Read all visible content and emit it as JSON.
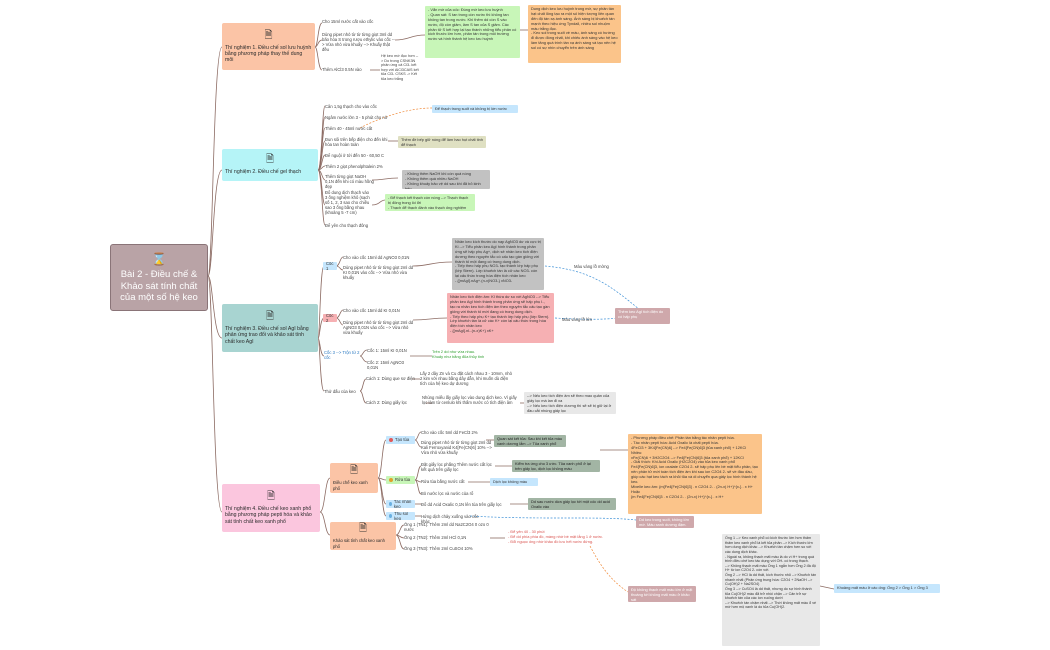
{
  "root": {
    "title": "Bài 2 - Điều chế & Khảo sát tính chất của một số hệ keo",
    "icon": "hourglass-icon"
  },
  "b1": {
    "title": "Thí nghiệm 1. Điều chế sol lưu huỳnh bằng phương pháp thay thế dung môi",
    "c1": "Cho 15ml nước cất vào cốc",
    "c2": "Dùng pipet nhỏ từ từ từng giọt 3ml dd bão hòa S trong rượu ethylic vào cốc --> Vừa nhỏ vừa khuấy --> Khuấy thật đều",
    "c3": "Thêm AlCl3 0.5N vào",
    "c3note": "Hệ keo mờ đục hơn --> Do trong CSNK3N phản ứng cả Cl3- kết hợp với AlCl3CAlS kết tủa Cl3- CSKS -> Kết tủa keo trắng",
    "green": "- Vẩn mờ của cốc: Đúng mờ keo lưu huỳnh\n- Quan sát: S tan trong cồn nước thì không tan không tan trong nước. Khi thêm dd cồn S vào nước, độ cồn giảm, làm S tan của S giảm. Các phân tử S kết hợp lại tạo thành những tiểu phân có kích thước lớn hơn, phân tán trong môi trường nước và hình thành hệ keo lưu huỳnh",
    "peach": "Dung dịch keo lưu huỳnh trong mờ, sự phân tán hạt chất lỏng tạo ra một số hiện tượng liên quan đến độ tán xạ ánh sáng. Ánh sáng bị khuếch tán mạnh theo hiệu ứng Tyndall, nhiều sol nhuộm màu trắng đục.\n- Keo sol trong suốt về màu, ánh sáng có hướng đi được đồng nhất, khi chiếu ánh sáng vào hệ keo làm tăng quá trình tán xạ ánh sáng và tạo nên hệ sol có sự nhìn chuyển trên ánh sáng"
  },
  "b2": {
    "title": "Thí nghiệm 2. Điều chế gel thạch",
    "s1": "Cân 1,5g thạch cho vào cốc",
    "s2": "Ngâm nước lớn 3 - 5 phút cho nở",
    "s3": "Thêm 40 - 45ml nước cất",
    "s3note": "Để thạch trong suốt và không bị lớn nước",
    "s4": "Đun sôi trên bếp điện cho đến khi hòa tan hoàn toàn",
    "s4note": "Thêm đề bếp giữ nóng để làm hao hụt chất tinh để thạch",
    "s5": "Để nguội ở tới đến 50 - 60,50 C",
    "s6": "Thêm 2 giọt phenolphtalein 2%",
    "s7": "Thêm từng giọt NaOH 0,1N đến khi có màu hồng đẹp",
    "s7note": "- Không thêm NaOH khi còn quá nóng\n- Không thêm quá nhiều NaOH\n- Không khuấy bảo vệ dd sau khi đã bỏ kinh bếp",
    "s8": "Đổ dung dịch thạch vào 3 ống nghiệm khô (sạch số 1, 2, 3 sao cho chiều sao 3 ống bằng nhau (khoảng 5 -7 cm)",
    "s8note": "- Để thạch kết thạch còn nóng --> Thạch thạch bị đông trong lòi lởi\n- Thạch để thạch đành vào thạch ống nghiệm",
    "s9": "Để yên cho thạch đông"
  },
  "b3": {
    "title": "Thí nghiệm 3. Điều chế sol AgI bằng phản ứng trao đổi và khảo sát tính chất keo AgI",
    "coc1": "Cốc 1",
    "coc1a": "Cho vào cốc 15ml dd AgNO3 0,01N",
    "coc1b": "Dùng pipet nhỏ từ từ từng giọt 2ml dd KI 0,01N vào cốc --> Vừa nhỏ vừa khuấy",
    "coc1note": "Nhân keo kích thước do nạp AgNO3 dư và cực trị Ki --> Tiểu phân keo AgI hình thành trong phân ứng sẽ hấp phụ Ag+, dịch sẻ nhân keo tích điện dương theo nguyên tắc có cấu tạo gần giống với thành tố một đang có trong dung dịch.\n- Tiếp theo hấp phụ NO3- tạo thành lớp hấp phụ (lớp Stern). Lớp khuếch tán là cử các NO3- còn lại cấu thức trong hóa điện tích nhân keo\n- {[mAgI].nAg+.(n-x)NO3-} xNO3-",
    "coc1res": "Màu vàng lồ mờng",
    "coc2": "Cốc 2",
    "coc2a": "Cho vào cốc 15ml dd KI 0,01N",
    "coc2b": "Dùng pipet nhỏ từ từ từng giọt 2ml dd AgNO3 0,01N vào cốc --> Vừa nhỏ vừa khuấy",
    "coc2note": "Nhân keo tích điện âm: KI thừa dư so với AgNO3 --> Tiểu phân keo AgI hình thành trong phản ứng sẽ hấp phụ I-, tạo ra nhân keo tích điện âm theo nguyên tắc cấu tạo gần giống với thành tố mới đang có trong dung dịch.\n- Tiếp theo hấp phụ K+ tạo thành lớp hấp phụ (lớp Stern). Lớp khuếch tán là cử các K+ còn lại cấu thức trong hóa điện tích nhân keo\n- {[mAgI].nI-.(n-x)K+} xK+",
    "coc2res": "Màu vàng lồ lớn",
    "coc3": "Cốc 3 --> Trộn từ 2 cốc",
    "coc3a": "Cốc 1: 15ml KI 0,01N",
    "coc3b": "Cốc 2: 15ml AgNO3 0,01N",
    "coc3note": "Trên 2 dd như vừa nhau.\nKhuấy như bằng đũa thủy tinh",
    "conclusion": "Thêm keo AgI tích điện do có hấp phụ",
    "thu": "Thử dấu của keo",
    "cach1": "Cách 1: Dùng que sơ điện",
    "cach1note": "Lấy 2 dây Zn và Cu đặt cách nhau 3 - 10mm, nhỏ 2 kim với nhau bằng dây dẫn, khi muốn dù điện tích của hệ keo dự dương",
    "cach2": "Cách 2: Dùng giấy lọc",
    "cach2a": "Nhúng miếu lấy giấy lọc vào dung dịch keo. Vì giấy lọc làm từ cenlulo khi thấm nước có tích điện âm",
    "cach2note": "--> Nếu keo tích điện âm sẽ theo mao quản của giấy lọc mà lan đi xa\n--> Nếu keo tích điện dương thì sẽ sẽ bị giữ lại ở đầu cắt nhúng giấy lọc"
  },
  "b4": {
    "title": "Thí nghiệm 4. Điều chế keo xanh phổ bằng phương pháp pepti hóa và khảo sát tính chất keo xanh phổ",
    "dieu": "Điều chế keo xanh phổ",
    "tao": "Tạo tủa",
    "tao1": "Cho vào cốc 5ml dd FeCl3 2%",
    "tao2": "Dùng pipet nhỏ từ từ từng giọt 2ml dd Kali Ferroxyanid K4[Fe(CN)6] 10% --> Vừa nhỏ vừa khuấy",
    "taonote": "Quan sát kết tủa: Sau khi kết tủa màu xanh dương lắm --> Tủa xanh phổ",
    "loc": "Rửa tủa",
    "loc1": "Đặt giấy lọc phẳng\nThêm nước cất lọc kết quả trên giấy lọc",
    "locnote": "Kiểm tra ứng cho 3 ước. Tủa xanh phổ ở lại trên giấy lọc, dịch lọc không màu",
    "loc2": "Rửa tủa bằng nước cất",
    "loc2note": "Dịch lọc không màu",
    "loc3": "Bỏ nước lọc và nước của rổ",
    "pep": "Tác nhân keo",
    "pep1": "Đổ dd Acid Oxalic 0,1N lên tủa trên giấy lọc",
    "pep1note": "Dd sau nước dừa giấy lọc tới một cốc dd acid Oxalic vào",
    "thu": "Thu sol keo",
    "thu1": "Hứng dịch chảy xuống vào cốc khác",
    "thunote": "Dd keo trong suốt, không lớn mờ. Màu xanh dương đậm.",
    "pephenomenon": "- Phương pháp điều chế: Phân tán bằng tác nhân pepti hóa.\n- Tác nhân pepti hóa: Acid Oxalic là chất pepti hóa.\n4FeCl3 + 3K4[Fe(CN)6] --> Fe4[Fe(CN)6]3 (tủa xanh phổ) + 12KCl\nNhiều:\nxFe(CN)6 + 3H2C2O4 --> Fe4[Fe(CN)6]3 (tủa xanh phổ) + 12KCl\n- Giải thích: Khi Acid Oxalic (H2C2O4) vào tủa keo xanh phổ Fe4[Fe(CN)6]3, ion oxalate C2O4 2- sẽ hấp phụ lên bề mặt tiểu phân, tạo nên phân tử mới toàn tích điện âm khi sau ion C2O4 2- sẽ về đầu dầu, giúp các hạt keo tách ra khỏi tủa và di chuyển qua giấy lọc hình thành hệ keo.\nMixelle keo âm: {m[Fe4[Fe(CN)6]3] . n C2O4 2- . (2n-x) H+}^{x-} . x H+\nHoặc\n{m Fe4[Fe(CN)6]3 . n C2O4 2- . (2n-x) H+}^{x-} . x H+",
    "khao": "Khảo sát tính chất keo xanh phổ",
    "ong1": "Ống 1 (TN1): Thêm 2ml dd Na2C2O4 0 ozo 0 nước",
    "ong2": "Ống 2 (TN2): Thêm 2ml HCl 0,1N",
    "ong3": "Ống 3 (TN3): Thêm 2ml CuSO4 10%",
    "ongnote": "- Để yên 40 - 30 phút\n- Để dd phía phía đồ, màng nhớ bề mặt lắng 1 ở nước.\n- Đổi nguọc ống nhờ khảo đồ lưu hết nước đứng.",
    "ongresult": "Độ không thạch mất màu lớn ở mặt thoáng tới không mất màu ở khảo sát",
    "ongexplain": "Ống 1 --> Keo xanh phổ có kích thước lớn hơn thấm thấm keo xanh phổ là kết tủa phân --> Kích thước lớn hơn dung dịch khác --> Khuếch tán chậm hơn so với các dung dịch khác.\n- Ngoài ra, không thạch mất màu là do vì H+ trong quá trình điều chế keo tác dụng với OH- có trong thạch.\n--> Không thạch mất màu Ống 1 ngắn hơn Ống 2 đà độ H+ từ ion C2O4 2- còn với.\nỐng 2 --> HCl là dd thất, kích thước nhỏ --> Khuếch tán nhanh nhất (Phản ứng trung hòa: C2O4 + 2NaOH --> Cu(OH)2 + Na2SO4)\nỐng 3 --> CuSO4 là dd thất, nhưng do sự hình thành tủa Cu(OH)2 màu đã trở nhồi chặn --> Cản trở sự khuếch tán của các ion xuống dưới\n--> Khuếch tán chậm nhất --> Thời không mất màu ổ vé mờ hơn mộ xanh lá do tủa Cu(OH)2.",
    "ongfinal": "Khoảng mất màu ở các ống: Ống 2 > Ống 1 > Ống 3"
  },
  "colors": {
    "line": "#8c6b63",
    "dashBlue": "#3b8fd6",
    "dashOrange": "#f08a3a"
  }
}
